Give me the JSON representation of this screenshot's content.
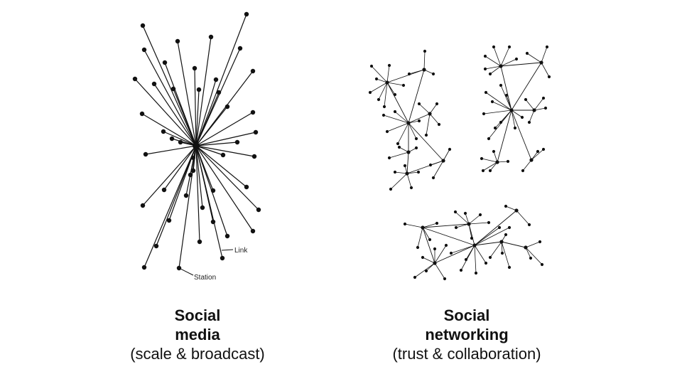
{
  "left": {
    "caption_line1": "Social",
    "caption_line2": "media",
    "caption_sub": "(scale & broadcast)",
    "label_link": "Link",
    "label_station": "Station"
  },
  "right": {
    "caption_line1": "Social",
    "caption_line2": "networking",
    "caption_sub": "(trust & collaboration)"
  },
  "colors": {
    "ink": "#111111",
    "background": "#ffffff"
  }
}
